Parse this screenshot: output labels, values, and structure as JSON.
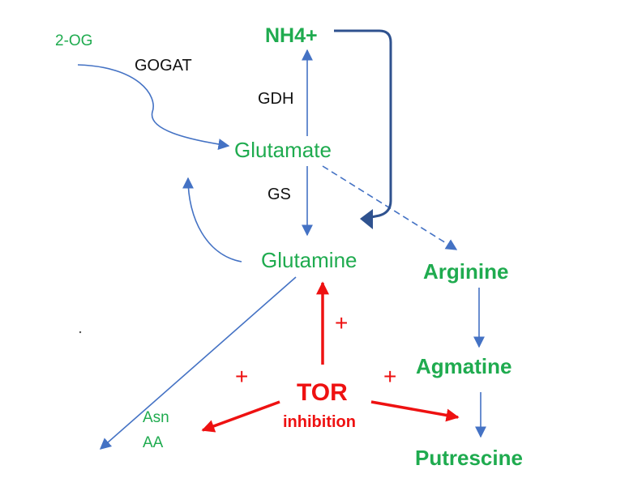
{
  "metabolites": {
    "two_og": "2-OG",
    "nh4": "NH4+",
    "glutamate": "Glutamate",
    "glutamine": "Glutamine",
    "arginine": "Arginine",
    "agmatine": "Agmatine",
    "putrescine": "Putrescine",
    "asn": "Asn",
    "aa": "AA"
  },
  "enzymes": {
    "gogat": "GOGAT",
    "gdh": "GDH",
    "gs": "GS"
  },
  "regulation": {
    "tor": "TOR",
    "inhibition": "inhibition",
    "plus_glutamine": "+",
    "plus_left": "+",
    "plus_right": "+"
  },
  "colors": {
    "metabolite_text": "#1fab4f",
    "pathway_arrow": "#4472c4",
    "feedback_arrow": "#2f528f",
    "tor_red": "#ee1111",
    "enzyme_text": "#111111"
  }
}
